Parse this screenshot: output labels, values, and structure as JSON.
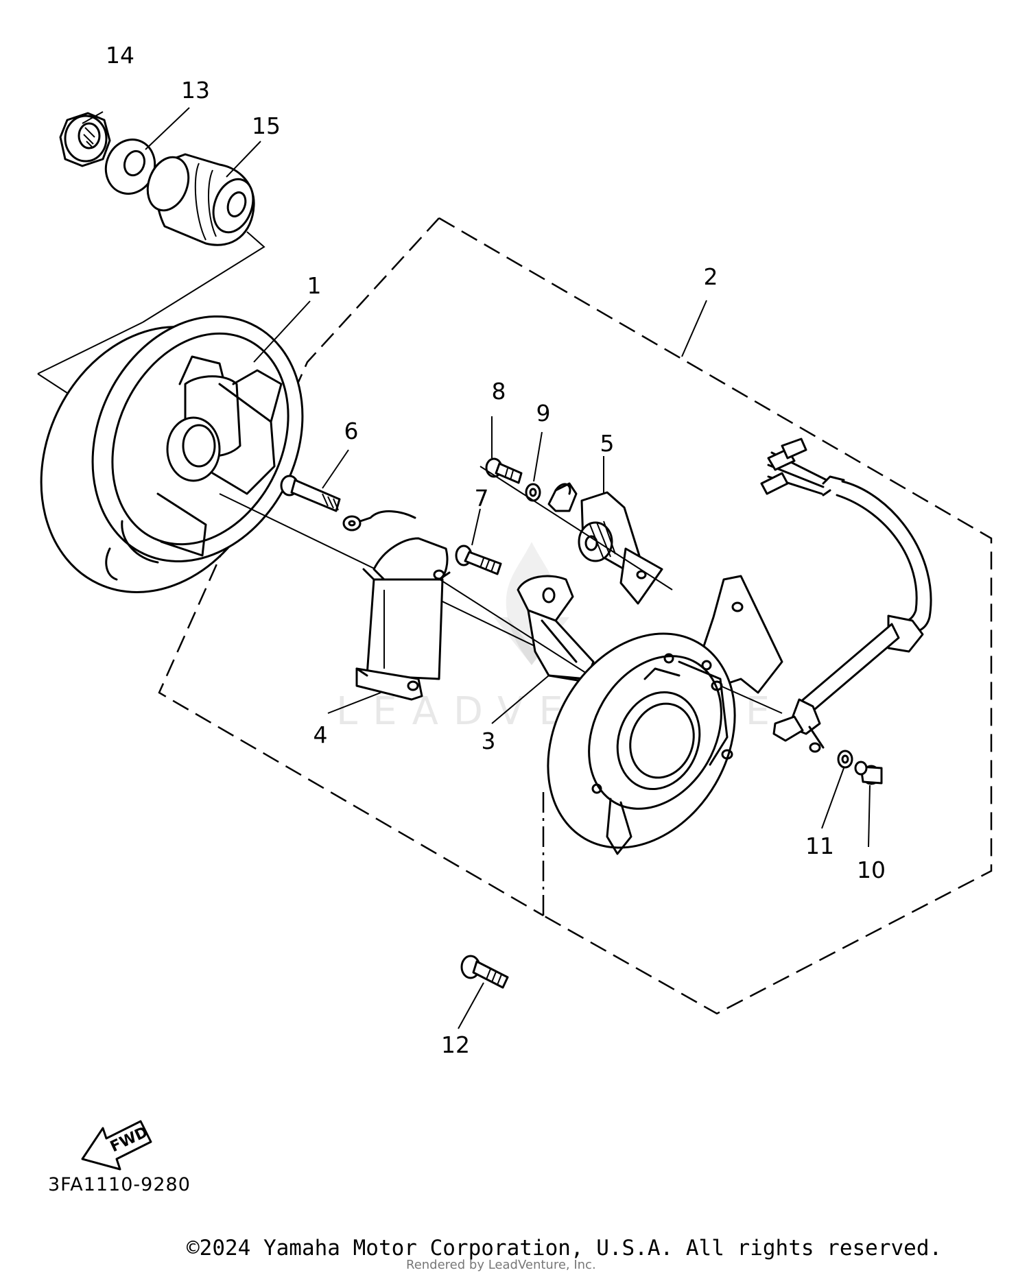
{
  "diagram": {
    "callouts": [
      {
        "id": "1",
        "label": "1"
      },
      {
        "id": "2",
        "label": "2"
      },
      {
        "id": "3",
        "label": "3"
      },
      {
        "id": "4",
        "label": "4"
      },
      {
        "id": "5",
        "label": "5"
      },
      {
        "id": "6",
        "label": "6"
      },
      {
        "id": "7",
        "label": "7"
      },
      {
        "id": "8",
        "label": "8"
      },
      {
        "id": "9",
        "label": "9"
      },
      {
        "id": "10",
        "label": "10"
      },
      {
        "id": "11",
        "label": "11"
      },
      {
        "id": "12",
        "label": "12"
      },
      {
        "id": "13",
        "label": "13"
      },
      {
        "id": "14",
        "label": "14"
      },
      {
        "id": "15",
        "label": "15"
      }
    ],
    "fwd_label": "FWD",
    "diagram_code": "3FA1110-9280"
  },
  "footer": {
    "copyright": "©2024 Yamaha Motor Corporation, U.S.A. All rights reserved.",
    "rendered_by": "Rendered by LeadVenture, Inc."
  },
  "watermark": {
    "text": "LEADVENTURE"
  }
}
